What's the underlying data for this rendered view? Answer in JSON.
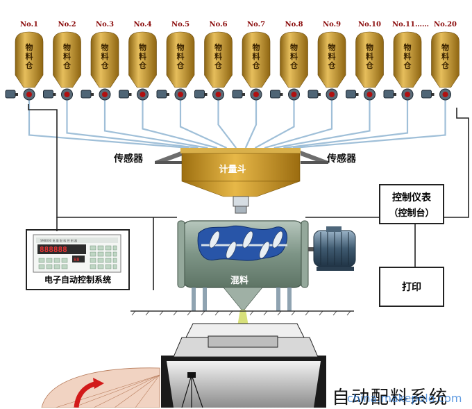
{
  "silos": [
    {
      "no": "No.1",
      "label": "物料仓"
    },
    {
      "no": "No.2",
      "label": "物料仓"
    },
    {
      "no": "No.3",
      "label": "物料仓"
    },
    {
      "no": "No.4",
      "label": "物料仓"
    },
    {
      "no": "No.5",
      "label": "物料仓"
    },
    {
      "no": "No.6",
      "label": "物料仓"
    },
    {
      "no": "No.7",
      "label": "物料仓"
    },
    {
      "no": "No.8",
      "label": "物料仓"
    },
    {
      "no": "No.9",
      "label": "物料仓"
    },
    {
      "no": "No.10",
      "label": "物料仓"
    },
    {
      "no": "No.11……",
      "label": "物料仓"
    },
    {
      "no": "No.20",
      "label": "物料仓"
    }
  ],
  "sensor_left": "传感器",
  "sensor_right": "传感器",
  "hopper": "计量斗",
  "mixer": "混料",
  "controller_line1": "控制仪表",
  "controller_line2": "（控制台）",
  "printer": "打印",
  "control_panel": {
    "caption": "电子自动控制系统",
    "display": "888888",
    "display_small": "88",
    "model_text": "SM8000  电 量 配 料 控 制 器"
  },
  "footer_title": "自动配料系统",
  "watermark": "china.makepolo.com",
  "colors": {
    "silo": "#c99a2e",
    "pipe": "#a9c6de",
    "hopper": "#c8951f",
    "mixer": "#7f968a",
    "valve": "#b01010"
  }
}
